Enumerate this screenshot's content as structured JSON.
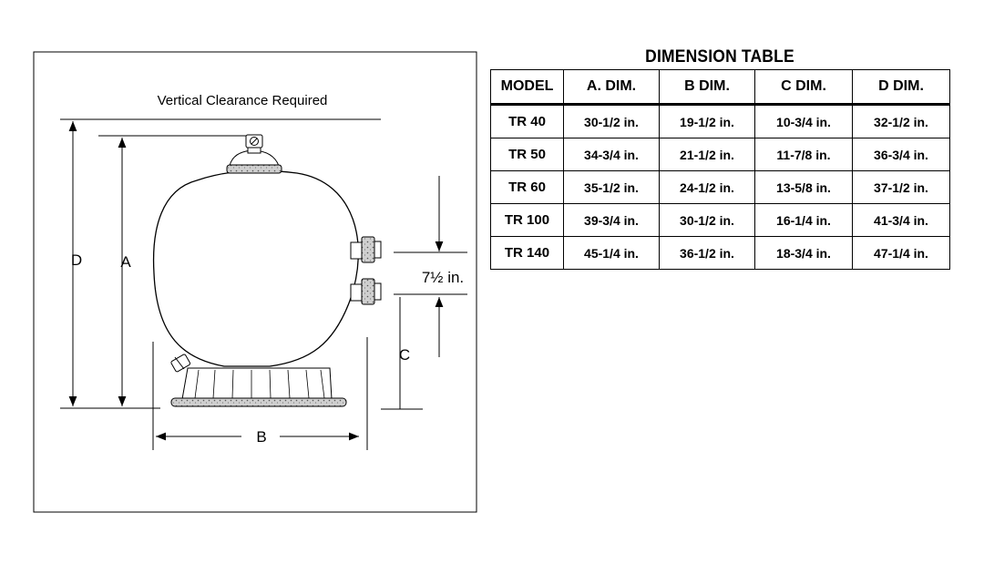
{
  "diagram": {
    "clearance_label": "Vertical Clearance Required",
    "labels": {
      "D": "D",
      "A": "A",
      "B": "B",
      "C": "C",
      "spacing": "7½ in."
    }
  },
  "table": {
    "title": "DIMENSION TABLE",
    "headers": [
      "MODEL",
      "A. DIM.",
      "B DIM.",
      "C DIM.",
      "D DIM."
    ],
    "rows": [
      [
        "TR 40",
        "30-1/2 in.",
        "19-1/2 in.",
        "10-3/4 in.",
        "32-1/2 in."
      ],
      [
        "TR 50",
        "34-3/4 in.",
        "21-1/2 in.",
        "11-7/8 in.",
        "36-3/4 in."
      ],
      [
        "TR 60",
        "35-1/2 in.",
        "24-1/2 in.",
        "13-5/8 in.",
        "37-1/2 in."
      ],
      [
        "TR 100",
        "39-3/4 in.",
        "30-1/2 in.",
        "16-1/4 in.",
        "41-3/4 in."
      ],
      [
        "TR 140",
        "45-1/4 in.",
        "36-1/2 in.",
        "18-3/4 in.",
        "47-1/4 in."
      ]
    ]
  }
}
